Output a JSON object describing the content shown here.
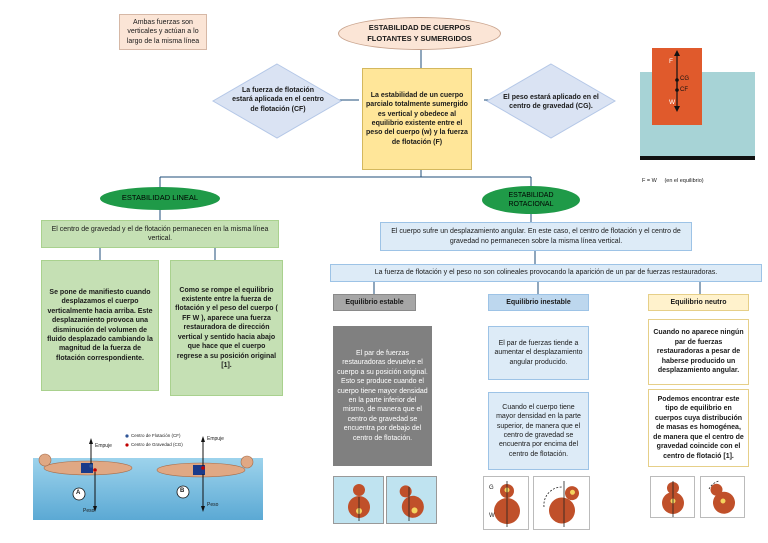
{
  "title": "ESTABILIDAD DE CUERPOS FLOTANTES Y SUMERGIDOS",
  "note_top_left": "Ambas fuerzas son verticales y actúan a lo largo de la misma línea",
  "diamond_left": "La fuerza de flotación estará aplicada en el centro de flotación (CF)",
  "diamond_right": "El peso estará aplicado en el centro de gravedad (CG).",
  "center_box": "La estabilidad de un cuerpo parcialo totalmente sumergido es vertical y obedece al equilibrio existente entre el peso del cuerpo (w) y la fuerza de flotación (F)",
  "top_diagram": {
    "f_label": "F",
    "cg_label": "CG",
    "cf_label": "CF",
    "w_label": "W",
    "caption": "F = W     (en el equilibrio)"
  },
  "lineal": {
    "header": "ESTABILIDAD LINEAL",
    "definition": "El centro de gravedad y el de flotación permanecen en la misma línea vertical.",
    "left_box": "Se pone de manifiesto cuando desplazamos el cuerpo verticalmente hacia arriba. Este desplazamiento provoca una disminución del volumen de fluido desplazado cambiando la magnitud de la fuerza de flotación correspondiente.",
    "right_box": "Como se rompe el equilibrio existente entre la fuerza de flotación y el peso del cuerpo ( FF W ), aparece una fuerza restauradora de dirección vertical y sentido hacia abajo que hace que el cuerpo regrese a su posición original [1].",
    "image": {
      "legend_cf": "Centro de Flotación (CF)",
      "legend_cg": "Centro de Gravedad (CG)",
      "empuje_a": "Empuje",
      "empuje_b": "Empuje",
      "peso_a": "Peso",
      "peso_b": "Peso",
      "label_a": "A",
      "label_b": "B"
    }
  },
  "rotacional": {
    "header_l1": "ESTABILIDAD",
    "header_l2": "ROTACIONAL",
    "definition": "El cuerpo sufre un desplazamiento angular. En este caso, el centro de flotación y el centro de gravedad no permanecen sobre la misma línea vertical.",
    "pair_note": "La fuerza de flotación y el peso no son colineales provocando la aparición de un par de fuerzas restauradoras.",
    "stable": {
      "header": "Equilibrio estable",
      "body": "El par de fuerzas restauradoras devuelve el cuerpo a su posición original. Esto se produce cuando el cuerpo tiene mayor densidad en la parte inferior del mismo, de manera que el centro de gravedad se encuentra por debajo del centro de flotación."
    },
    "unstable": {
      "header": "Equilibrio inestable",
      "body1": "El par de fuerzas tiende a aumentar el desplazamiento angular producido.",
      "body2": "Cuando el cuerpo tiene mayor densidad en la parte superior, de manera que el centro de gravedad se encuentra por encima del centro de flotación.",
      "img_g": "G",
      "img_w": "W"
    },
    "neutral": {
      "header": "Equilibrio neutro",
      "body1": "Cuando no aparece ningún par de fuerzas restauradoras a pesar de haberse producido un desplazamiento angular.",
      "body2": "Podemos encontrar este tipo de equilibrio en cuerpos cuya distribución de masas es homogénea, de manera que el centro de gravedad coincide con el centro de flotació [1]."
    }
  },
  "colors": {
    "green_header": "#1f9a48",
    "green_box": "#c5e0b4",
    "light_blue": "#ddebf7",
    "mid_blue": "#bdd7ee",
    "gray_header": "#a6a6a6",
    "gray_box": "#808080",
    "yellow_box": "#ffe699",
    "cream_box": "#fff2cc",
    "diamond": "#dae3f3",
    "title_oval": "#fbe5d6"
  }
}
